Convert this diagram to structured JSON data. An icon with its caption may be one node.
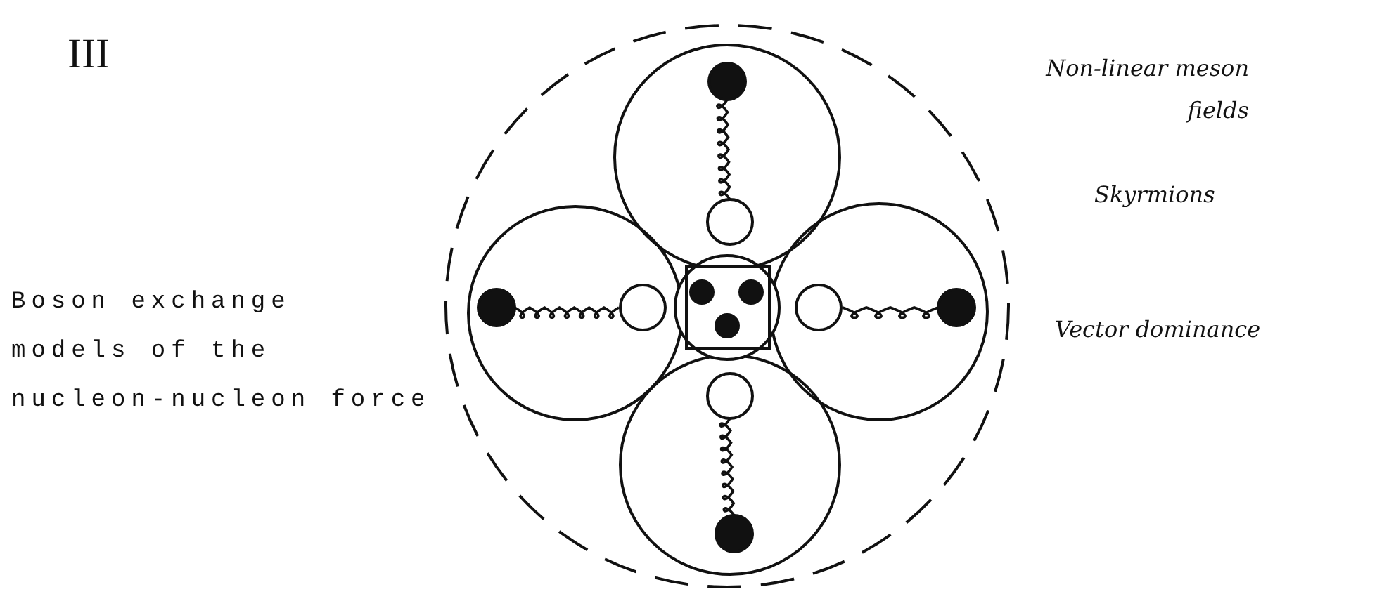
{
  "diagram": {
    "labels": [
      "III",
      "Non-linear meson fields",
      "Skyrmions",
      "Vector dominance",
      "Boson exchange",
      "models of the",
      "nucleon-nucleon force"
    ]
  }
}
